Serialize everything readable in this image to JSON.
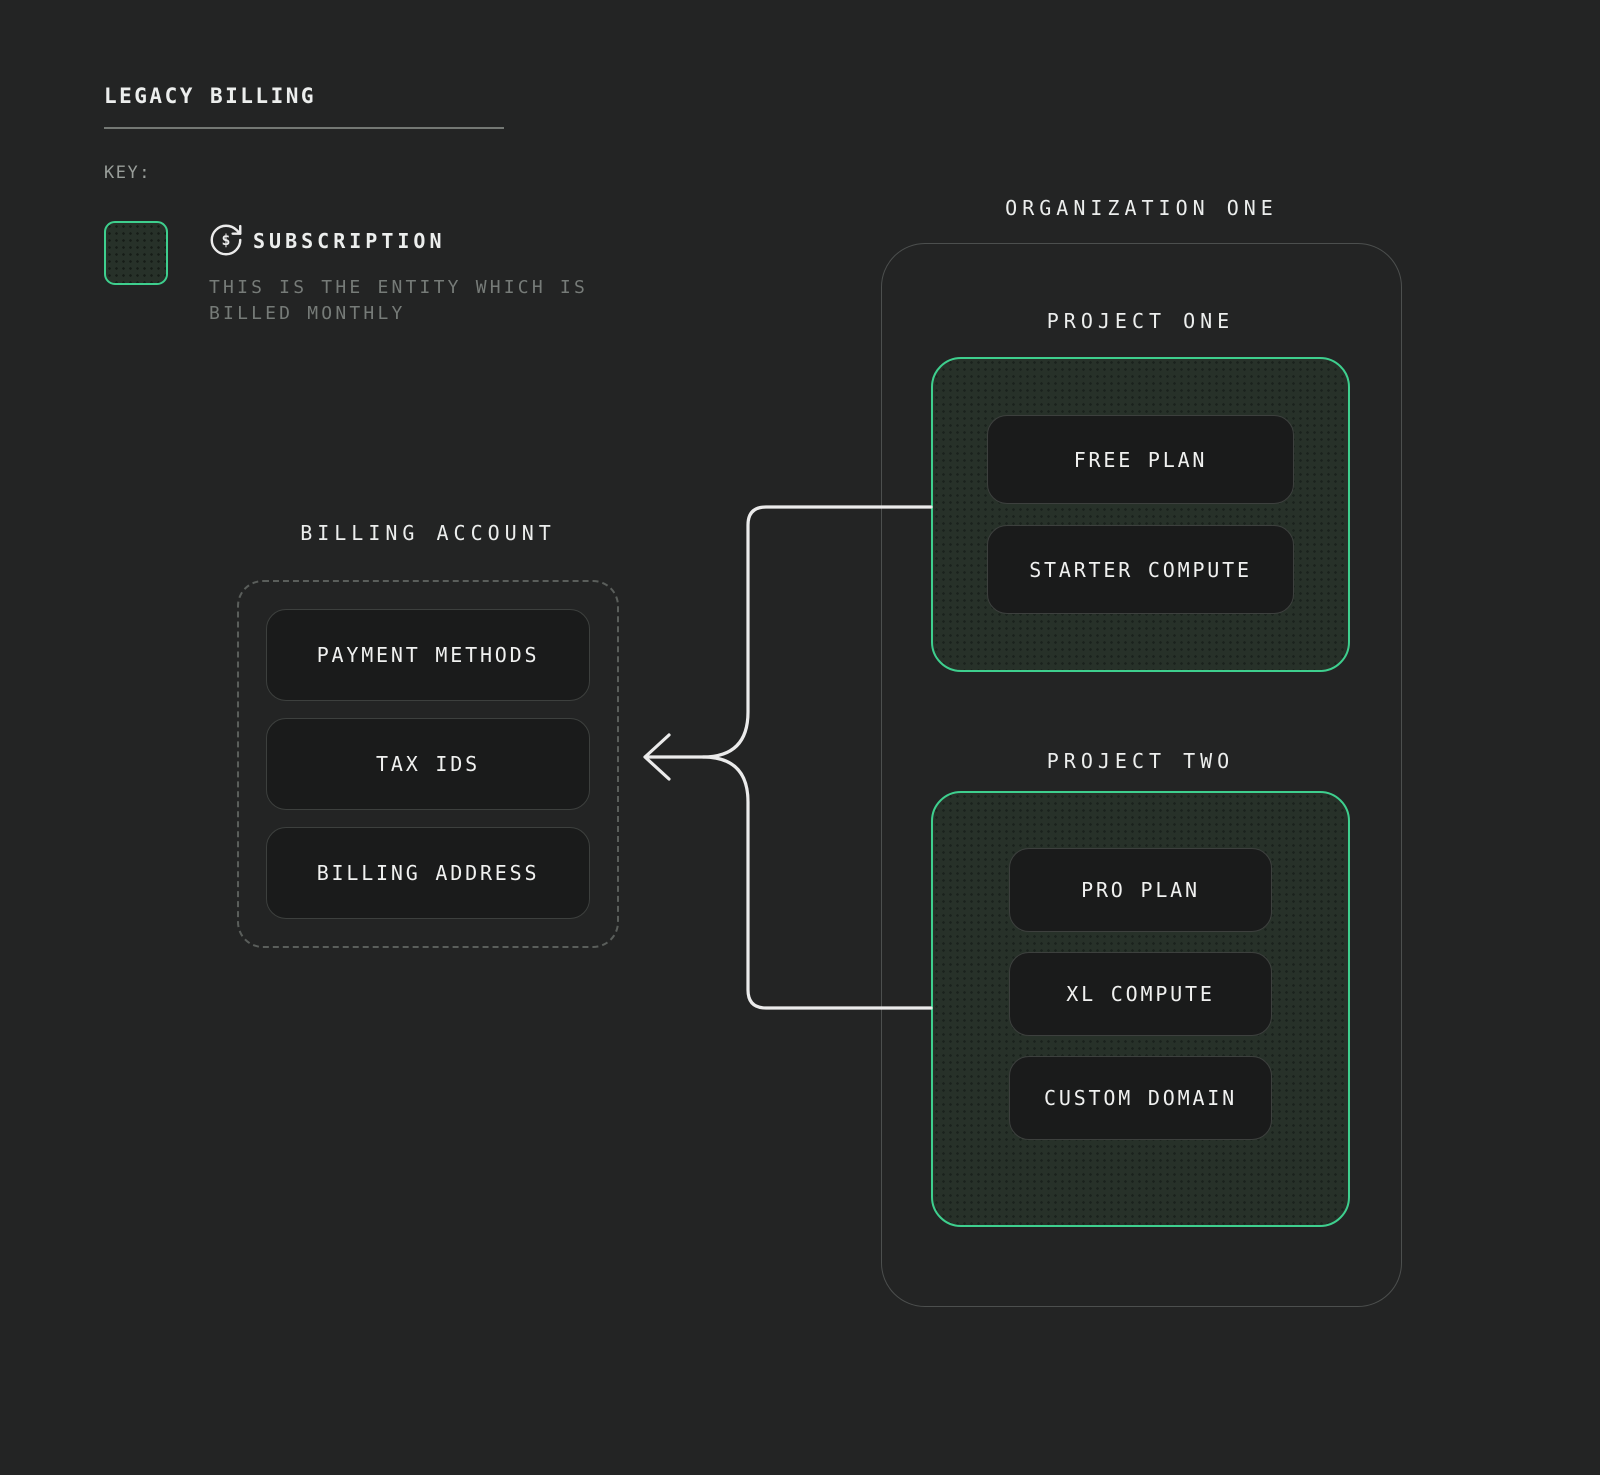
{
  "header": {
    "title": "LEGACY BILLING"
  },
  "key": {
    "label": "KEY:",
    "term": "SUBSCRIPTION",
    "icon": "billing-cycle-icon",
    "description_line1": "THIS IS THE ENTITY WHICH IS",
    "description_line2": "BILLED MONTHLY"
  },
  "billing_account": {
    "title": "BILLING ACCOUNT",
    "items": [
      "PAYMENT METHODS",
      "TAX IDS",
      "BILLING ADDRESS"
    ]
  },
  "organization": {
    "title": "ORGANIZATION ONE",
    "projects": [
      {
        "title": "PROJECT ONE",
        "items": [
          "FREE PLAN",
          "STARTER COMPUTE"
        ]
      },
      {
        "title": "PROJECT TWO",
        "items": [
          "PRO PLAN",
          "XL COMPUTE",
          "CUSTOM DOMAIN"
        ]
      }
    ]
  },
  "connector": {
    "meaning": "projects point to billing account",
    "direction": "left-arrow"
  },
  "colors": {
    "background": "#232424",
    "accent_green": "#3ECF8E",
    "panel_green_fill": "#273129",
    "chip_fill": "#1a1b1b",
    "chip_border": "#3d403e",
    "org_border": "#4c4f4e",
    "dashed_border": "#5a5e5b",
    "line": "#ebebeb",
    "text_primary": "#eceeed",
    "text_muted": "#767b78",
    "text_key": "#999e9a"
  }
}
